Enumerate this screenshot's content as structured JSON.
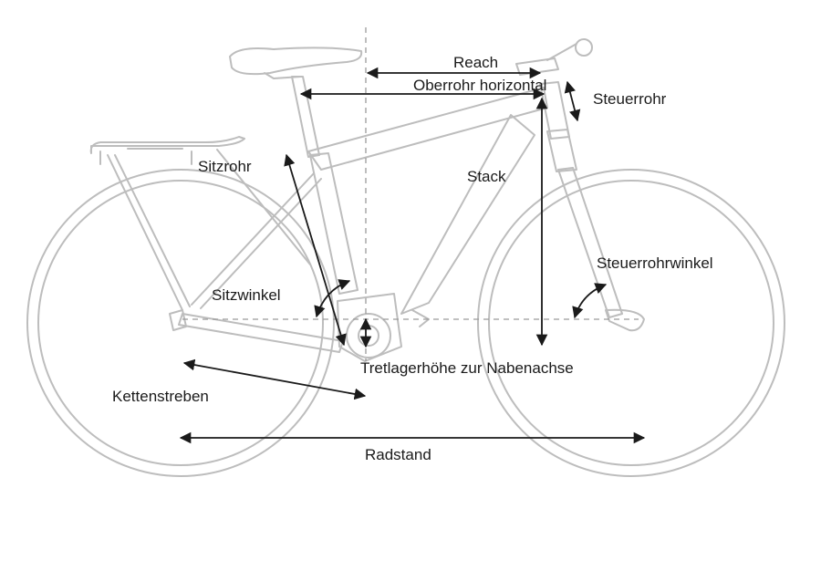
{
  "labels": {
    "reach": "Reach",
    "top_tube_horizontal": "Oberrohr horizontal",
    "head_tube": "Steuerrohr",
    "seat_tube": "Sitzrohr",
    "stack": "Stack",
    "head_tube_angle": "Steuerrohrwinkel",
    "seat_angle": "Sitzwinkel",
    "bb_height_to_hub_axis": "Tretlagerhöhe zur Nabenachse",
    "chainstays": "Kettenstreben",
    "wheelbase": "Radstand"
  },
  "colors": {
    "bike_outline": "#bdbdbd",
    "reference_lines": "#9a9a9a",
    "dimension_arrows": "#1a1a1a",
    "text": "#1a1a1a",
    "background": "#ffffff"
  }
}
